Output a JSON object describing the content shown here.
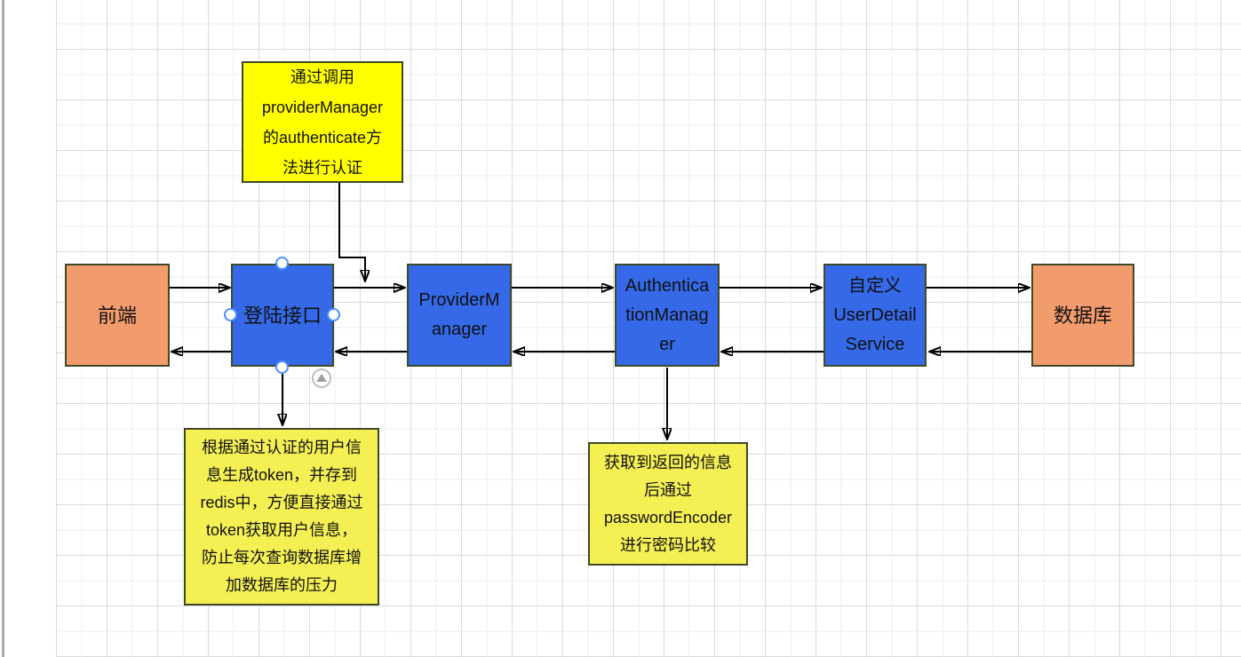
{
  "app": {
    "kind": "flowchart-editor-canvas"
  },
  "colors": {
    "node_blue": "#3569E8",
    "node_orange": "#F29B6D",
    "note_yellow_bright": "#FFFF00",
    "note_yellow_soft": "#F4F054",
    "shape_border": "#3E4A26",
    "arrow_black": "#000000",
    "handle_blue": "#4D90FE",
    "badge_gray": "#9E9E9E",
    "grid_minor": "#ECECEC",
    "grid_major": "#DADADA",
    "text": "#111111"
  },
  "nodes": {
    "frontend": {
      "label": "前端"
    },
    "login": {
      "label": "登陆接口"
    },
    "provider": {
      "label": "ProviderM\nanager"
    },
    "auth": {
      "label": "Authentica\ntionManag\ner"
    },
    "userdetail": {
      "label": "自定义\nUserDetail\nService"
    },
    "database": {
      "label": "数据库"
    }
  },
  "notes": {
    "top": {
      "text": "通过调用\nproviderManager\n的authenticate方\n法进行认证"
    },
    "bottom_left": {
      "text": "根据通过认证的用户信\n息生成token，并存到\nredis中，方便直接通过\ntoken获取用户信息，\n防止每次查询数据库增\n加数据库的压力"
    },
    "bottom_middle": {
      "text": "获取到返回的信息\n后通过\npasswordEncoder\n进行密码比较"
    }
  },
  "edges": [
    {
      "from": "frontend",
      "to": "login",
      "direction": "right"
    },
    {
      "from": "login",
      "to": "provider",
      "direction": "right"
    },
    {
      "from": "provider",
      "to": "auth",
      "direction": "right"
    },
    {
      "from": "auth",
      "to": "userdetail",
      "direction": "right"
    },
    {
      "from": "userdetail",
      "to": "database",
      "direction": "right"
    },
    {
      "from": "database",
      "to": "userdetail",
      "direction": "left"
    },
    {
      "from": "userdetail",
      "to": "auth",
      "direction": "left"
    },
    {
      "from": "auth",
      "to": "provider",
      "direction": "left"
    },
    {
      "from": "provider",
      "to": "login",
      "direction": "left"
    },
    {
      "from": "login",
      "to": "frontend",
      "direction": "left"
    },
    {
      "from": "login",
      "to": "note_bottom_left",
      "direction": "down"
    },
    {
      "from": "auth",
      "to": "note_bottom_middle",
      "direction": "down"
    },
    {
      "from": "note_top",
      "to": "login-provider-link",
      "direction": "down"
    }
  ]
}
